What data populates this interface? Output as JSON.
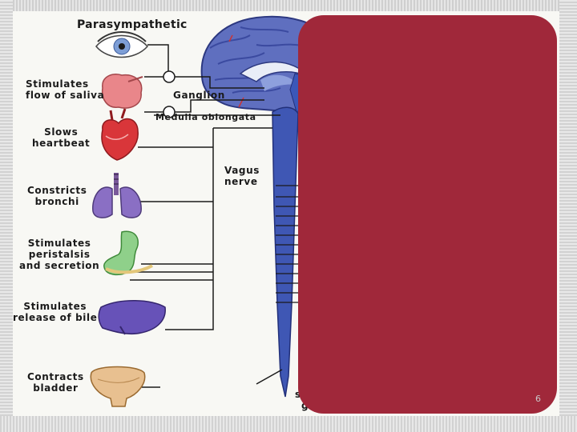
{
  "figure": {
    "title": "Parasympathetic",
    "labels": {
      "saliva": "Stimulates\nflow of saliva",
      "ganglion": "Ganglion",
      "medulla": "Medulla oblongata",
      "heart": "Slows\nheartbeat",
      "vagus": "Vagus\nnerve",
      "bronchi": "Constricts\nbronchi",
      "peristalsis": "Stimulates\nperistalsis\nand secretion",
      "bile": "Stimulates\nrelease of bile",
      "bladder": "Contracts\nbladder",
      "sym_partial_1": "sy",
      "sym_partial_2": "gan"
    }
  },
  "overlay": {
    "color": "#a0283a"
  },
  "page_number": "6"
}
